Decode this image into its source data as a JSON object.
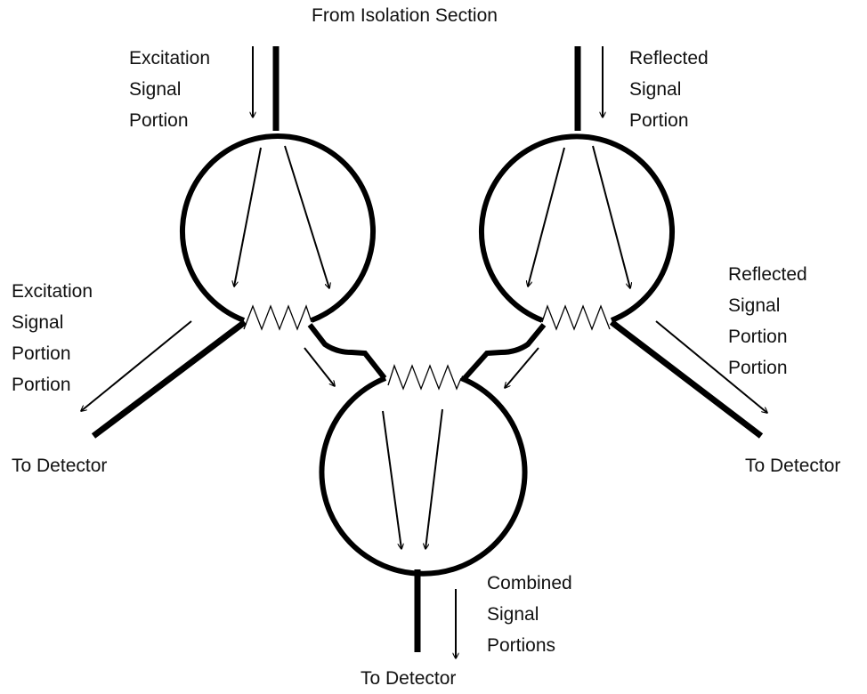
{
  "diagram": {
    "top_label": "From Isolation Section",
    "left_in": [
      "Excitation",
      "Signal",
      "Portion"
    ],
    "right_in": [
      "Reflected",
      "Signal",
      "Portion"
    ],
    "left_out": [
      "Excitation",
      "Signal",
      "Portion",
      "Portion"
    ],
    "right_out": [
      "Reflected",
      "Signal",
      "Portion",
      "Portion"
    ],
    "left_detector": "To Detector",
    "right_detector": "To Detector",
    "combined": [
      "Combined",
      "Signal",
      "Portions"
    ],
    "bottom_detector": "To Detector"
  },
  "colors": {
    "stroke": "#000000",
    "text": "#111111",
    "background": "#ffffff"
  }
}
